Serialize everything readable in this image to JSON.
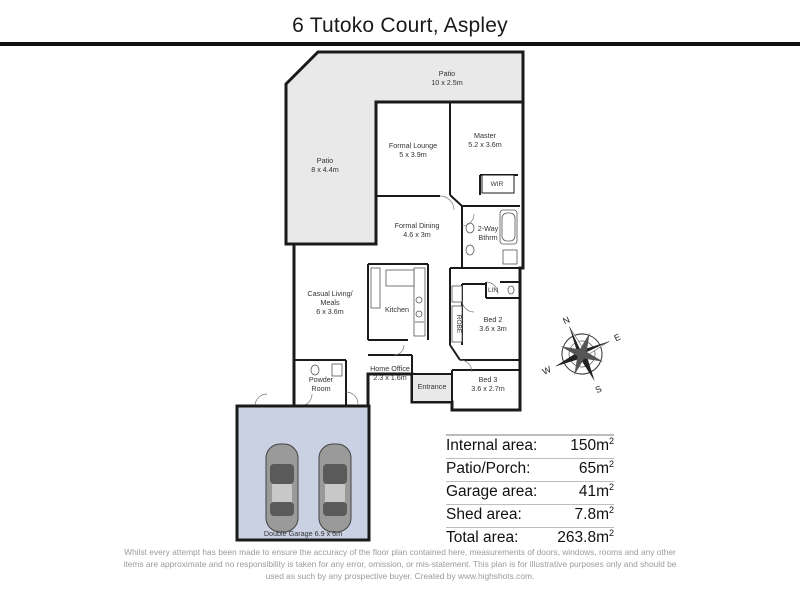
{
  "title": "6 Tutoko Court, Aspley",
  "rooms": {
    "patio_top": {
      "name": "Patio",
      "size": "10 x 2.5m"
    },
    "patio_left": {
      "name": "Patio",
      "size": "8 x 4.4m"
    },
    "formal_lounge": {
      "name": "Formal Lounge",
      "size": "5 x 3.9m"
    },
    "master": {
      "name": "Master",
      "size": "5.2 x 3.6m"
    },
    "wir": {
      "name": "WIR"
    },
    "formal_dining": {
      "name": "Formal Dining",
      "size": "4.6 x 3m"
    },
    "bathroom": {
      "name": "2-Way",
      "name2": "Bthrm"
    },
    "casual_living": {
      "name": "Casual Living/",
      "name2": "Meals",
      "size": "6 x 3.6m"
    },
    "kitchen": {
      "name": "Kitchen"
    },
    "lin": {
      "name": "LIN"
    },
    "robe": {
      "name": "ROBE"
    },
    "bed2": {
      "name": "Bed 2",
      "size": "3.6 x 3m"
    },
    "home_office": {
      "name": "Home Office",
      "size": "2.3 x 1.6m"
    },
    "entrance": {
      "name": "Entrance"
    },
    "bed3": {
      "name": "Bed 3",
      "size": "3.6 x 2.7m"
    },
    "powder": {
      "name": "Powder",
      "name2": "Room"
    },
    "garage": {
      "name": "Double Garage 6.9 x 6m"
    }
  },
  "compass": {
    "n": "N",
    "s": "S",
    "e": "E",
    "w": "W"
  },
  "areas": [
    {
      "label": "Internal area:",
      "value": "150m",
      "unit_sup": "2"
    },
    {
      "label": "Patio/Porch:",
      "value": "65m",
      "unit_sup": "2"
    },
    {
      "label": "Garage area:",
      "value": "41m",
      "unit_sup": "2"
    },
    {
      "label": "Shed area:",
      "value": "7.8m",
      "unit_sup": "2"
    },
    {
      "label": "Total area:",
      "value": "263.8m",
      "unit_sup": "2"
    }
  ],
  "disclaimer": "Whilst every attempt has been made to ensure the accuracy of the floor plan contained here, measurements of doors, windows, rooms and any other items are approximate and no responsibility is taken for any error, omission, or mis-statement. This plan is for illustrative purposes only and should be used as such by any prospective buyer.  Created by www.highshots.com.",
  "colors": {
    "wall": "#1a1a1a",
    "garage_floor": "#c9d1e3",
    "patio_floor": "#e8e8e8",
    "floor": "#ffffff"
  }
}
